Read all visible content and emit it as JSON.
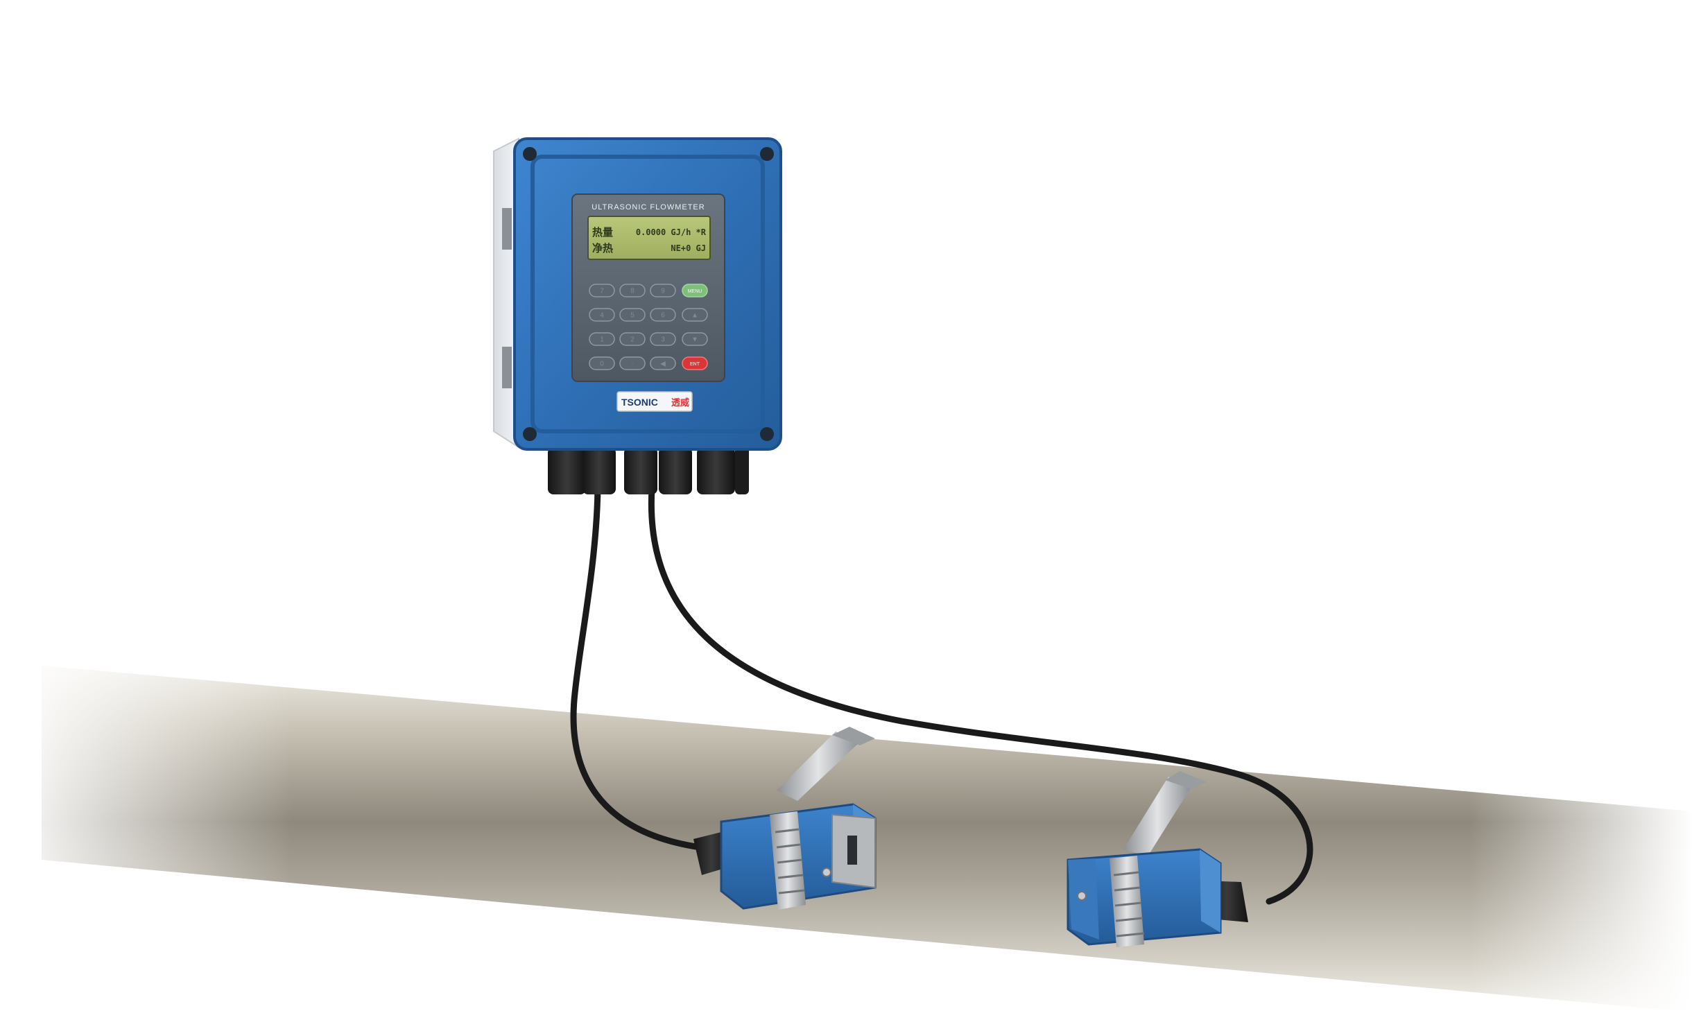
{
  "device": {
    "panel_title": "ULTRASONIC FLOWMETER",
    "display": {
      "line1_label": "热量",
      "line1_value": "0.0000 GJ/h *R",
      "line2_label": "净热",
      "line2_value": "NE+0 GJ"
    },
    "keypad": {
      "row1": [
        "7",
        "8",
        "9",
        "MENU"
      ],
      "row2": [
        "4",
        "5",
        "6",
        "▲"
      ],
      "row3": [
        "1",
        "2",
        "3",
        "▼"
      ],
      "row4": [
        "0",
        "·",
        "◀",
        "ENT"
      ]
    },
    "brand": {
      "name": "TSONIC",
      "chinese": "透威"
    }
  },
  "colors": {
    "enclosure_blue": "#2f6fb5",
    "enclosure_dark": "#1f4f8a",
    "lcd_green": "#aebc6a",
    "menu_key_green": "#7fbf7a",
    "ent_key_red": "#d9363a",
    "pipe_metal": "#b8b2a6",
    "cable_black": "#1a1a1a"
  }
}
